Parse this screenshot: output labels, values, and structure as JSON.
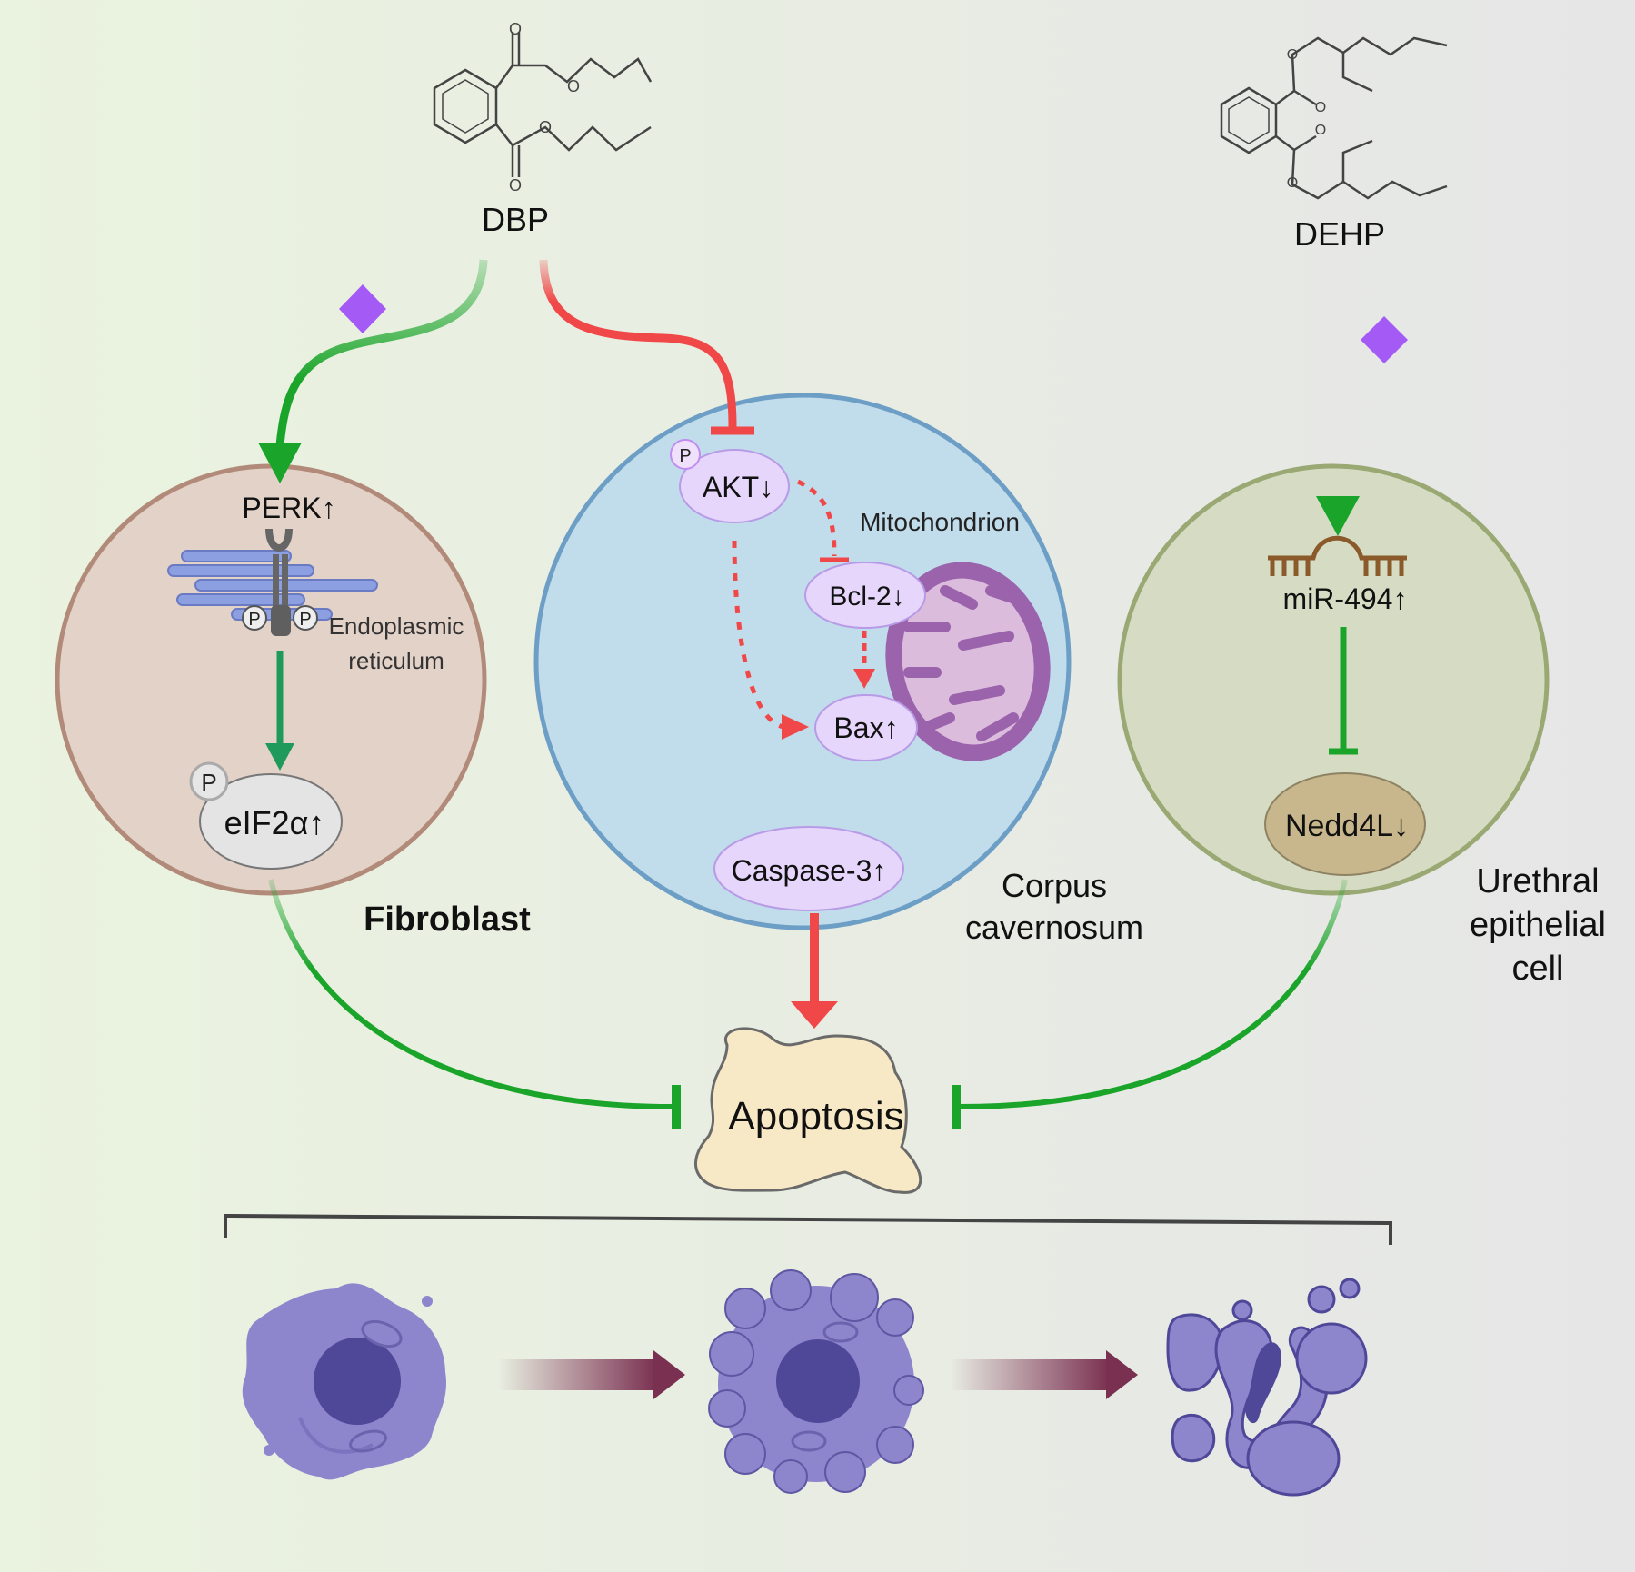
{
  "compounds": {
    "dbp": "DBP",
    "dehp": "DEHP"
  },
  "cells": {
    "fibroblast": {
      "label": "Fibroblast",
      "perk": "PERK↑",
      "er_line1": "Endoplasmic",
      "er_line2": "reticulum",
      "eif2a": "eIF2α↑",
      "p": "P"
    },
    "corpus": {
      "label_line1": "Corpus",
      "label_line2": "cavernosum",
      "akt": "AKT↓",
      "bcl2": "Bcl-2↓",
      "bax": "Bax↑",
      "caspase": "Caspase-3↑",
      "mito": "Mitochondrion",
      "p": "P"
    },
    "urethral": {
      "label_line1": "Urethral",
      "label_line2": "epithelial",
      "label_line3": "cell",
      "mir": "miR-494↑",
      "nedd4l": "Nedd4L↓"
    }
  },
  "apoptosis": "Apoptosis",
  "chem_o": "O",
  "colors": {
    "green": "#1aa52a",
    "red": "#f04848",
    "diamond": "#a45af5",
    "fibro_fill": "#e3d2c8",
    "fibro_stroke": "#b28a7a",
    "corpus_fill": "#c1dcea",
    "corpus_stroke": "#6d9ec6",
    "uret_fill": "#d6dcc4",
    "uret_stroke": "#9aa873",
    "protein_fill": "#e6d6fb",
    "protein_stroke": "#b89be6",
    "mito_outer": "#9a63ac",
    "mito_inner": "#dcbcdc",
    "cell_body": "#8d86cc",
    "nucleus": "#4f4798",
    "apoptosis_fill": "#f8e9c6"
  }
}
